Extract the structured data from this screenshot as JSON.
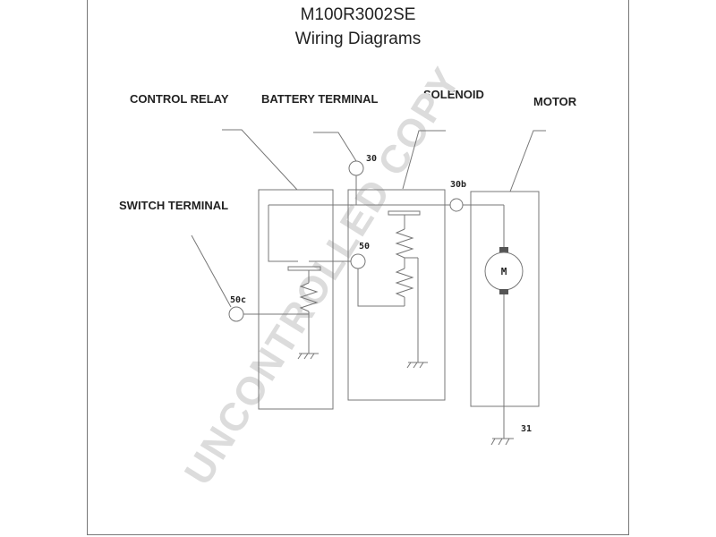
{
  "header": {
    "title": "M100R3002SE",
    "subtitle": "Wiring Diagrams"
  },
  "labels": {
    "control_relay": "CONTROL RELAY",
    "battery_terminal": "BATTERY TERMINAL",
    "solenoid": "SOLENOID",
    "motor": "MOTOR",
    "switch_terminal": "SWITCH TERMINAL"
  },
  "terminals": {
    "t30": "30",
    "t30b": "30b",
    "t50": "50",
    "t50c": "50c",
    "t31": "31"
  },
  "motor_symbol": "M",
  "watermark": "UNCONTROLLED COPY",
  "colors": {
    "line": "#777777",
    "text": "#222222",
    "watermark": "#dcdcdc"
  }
}
